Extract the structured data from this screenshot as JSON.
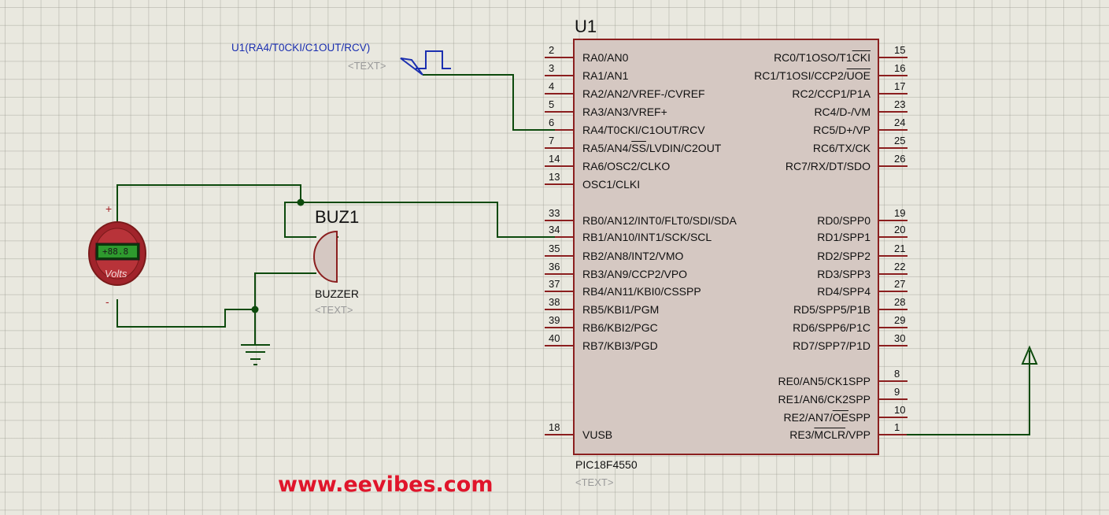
{
  "mcu": {
    "ref": "U1",
    "part": "PIC18F4550",
    "text": "<TEXT>",
    "left_pins": [
      {
        "num": "2",
        "name": "RA0/AN0"
      },
      {
        "num": "3",
        "name": "RA1/AN1"
      },
      {
        "num": "4",
        "name": "RA2/AN2/VREF-/CVREF"
      },
      {
        "num": "5",
        "name": "RA3/AN3/VREF+"
      },
      {
        "num": "6",
        "name": "RA4/T0CKI/C1OUT/RCV"
      },
      {
        "num": "7",
        "name_a": "RA5/AN4/",
        "name_ol": "SS",
        "name_b": "/LVDIN/C2OUT"
      },
      {
        "num": "14",
        "name": "RA6/OSC2/CLKO"
      },
      {
        "num": "13",
        "name": "OSC1/CLKI"
      },
      {
        "num": "33",
        "name": "RB0/AN12/INT0/FLT0/SDI/SDA"
      },
      {
        "num": "34",
        "name": "RB1/AN10/INT1/SCK/SCL"
      },
      {
        "num": "35",
        "name": "RB2/AN8/INT2/VMO"
      },
      {
        "num": "36",
        "name": "RB3/AN9/CCP2/VPO"
      },
      {
        "num": "37",
        "name": "RB4/AN11/KBI0/CSSPP"
      },
      {
        "num": "38",
        "name": "RB5/KBI1/PGM"
      },
      {
        "num": "39",
        "name": "RB6/KBI2/PGC"
      },
      {
        "num": "40",
        "name": "RB7/KBI3/PGD"
      },
      {
        "num": "18",
        "name": "VUSB"
      }
    ],
    "right_pins": [
      {
        "num": "15",
        "name_a": "RC0/T1OSO/T1",
        "name_ol": "CKI",
        "name_b": ""
      },
      {
        "num": "16",
        "name_a": "RC1/T1OSI/CCP2/",
        "name_ol": "UOE",
        "name_b": ""
      },
      {
        "num": "17",
        "name": "RC2/CCP1/P1A"
      },
      {
        "num": "23",
        "name": "RC4/D-/VM"
      },
      {
        "num": "24",
        "name": "RC5/D+/VP"
      },
      {
        "num": "25",
        "name": "RC6/TX/CK"
      },
      {
        "num": "26",
        "name": "RC7/RX/DT/SDO"
      },
      {
        "num": "19",
        "name": "RD0/SPP0"
      },
      {
        "num": "20",
        "name": "RD1/SPP1"
      },
      {
        "num": "21",
        "name": "RD2/SPP2"
      },
      {
        "num": "22",
        "name": "RD3/SPP3"
      },
      {
        "num": "27",
        "name": "RD4/SPP4"
      },
      {
        "num": "28",
        "name": "RD5/SPP5/P1B"
      },
      {
        "num": "29",
        "name": "RD6/SPP6/P1C"
      },
      {
        "num": "30",
        "name": "RD7/SPP7/P1D"
      },
      {
        "num": "8",
        "name": "RE0/AN5/CK1SPP"
      },
      {
        "num": "9",
        "name": "RE1/AN6/CK2SPP"
      },
      {
        "num": "10",
        "name_a": "RE2/AN7/",
        "name_ol": "OE",
        "name_b": "SPP"
      },
      {
        "num": "1",
        "name_a": "RE3/",
        "name_ol": "MCLR",
        "name_b": "/VPP"
      }
    ]
  },
  "buzzer": {
    "ref": "BUZ1",
    "type": "BUZZER",
    "text": "<TEXT>"
  },
  "generator": {
    "label": "U1(RA4/T0CKI/C1OUT/RCV)",
    "text": "<TEXT>"
  },
  "voltmeter": {
    "display": "+88.8",
    "unit": "Volts",
    "plus": "+",
    "minus": "-"
  },
  "watermark": "www.eevibes.com",
  "colors": {
    "wire": "#0d4a0d",
    "chip_fill": "#d5c8c2",
    "chip_border": "#8b1f1f",
    "pin": "#8b1f1f",
    "probe_label": "#1b2fb0",
    "watermark": "#e0152b"
  }
}
